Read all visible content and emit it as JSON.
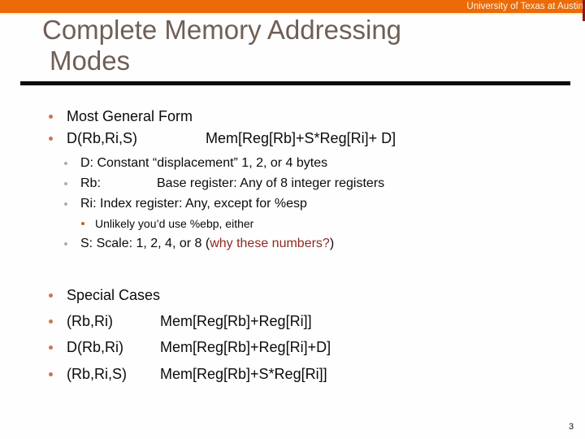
{
  "banner": {
    "text": "University of Texas at Austin",
    "bg_color": "#ec6a08",
    "underline_color": "#ffefc1",
    "corner_accent_color": "#8c1a12",
    "text_color": "#fbf6e8"
  },
  "title": {
    "line1": "Complete Memory Addressing",
    "line2": "Modes",
    "color": "#6f5f57",
    "rule_color": "#0b0b0b"
  },
  "colors": {
    "level1_bullet": "#c8764e",
    "level2_bullet": "#9fb1c1",
    "level3_bullet": "#bc5f35",
    "highlight_text": "#8e2a21",
    "body_text": "#0b0b0b"
  },
  "content": {
    "rows": [
      {
        "level": 1,
        "label": "Most General Form"
      },
      {
        "level": 1,
        "label": "D(Rb,Ri,S)",
        "value": "Mem[Reg[Rb]+S*Reg[Ri]+ D]"
      },
      {
        "level": 2,
        "label": "D: Constant “displacement” 1, 2, or 4 bytes"
      },
      {
        "level": 2,
        "label": "Rb:",
        "value": "Base register: Any of 8 integer registers"
      },
      {
        "level": 2,
        "label": "Ri: Index register: Any, except for %esp"
      },
      {
        "level": 3,
        "label": "Unlikely you’d use %ebp, either"
      },
      {
        "level": 2,
        "prefix": "S: Scale: 1, 2, 4, or 8 (",
        "highlight": "why these numbers?",
        "suffix": ")"
      },
      {
        "level": 1,
        "label": "Special Cases"
      },
      {
        "level": 1,
        "label": "(Rb,Ri)",
        "value": "Mem[Reg[Rb]+Reg[Ri]]"
      },
      {
        "level": 1,
        "label": "D(Rb,Ri)",
        "value": "Mem[Reg[Rb]+Reg[Ri]+D]"
      },
      {
        "level": 1,
        "label": "(Rb,Ri,S)",
        "value": "Mem[Reg[Rb]+S*Reg[Ri]]"
      }
    ]
  },
  "page_number": "3"
}
